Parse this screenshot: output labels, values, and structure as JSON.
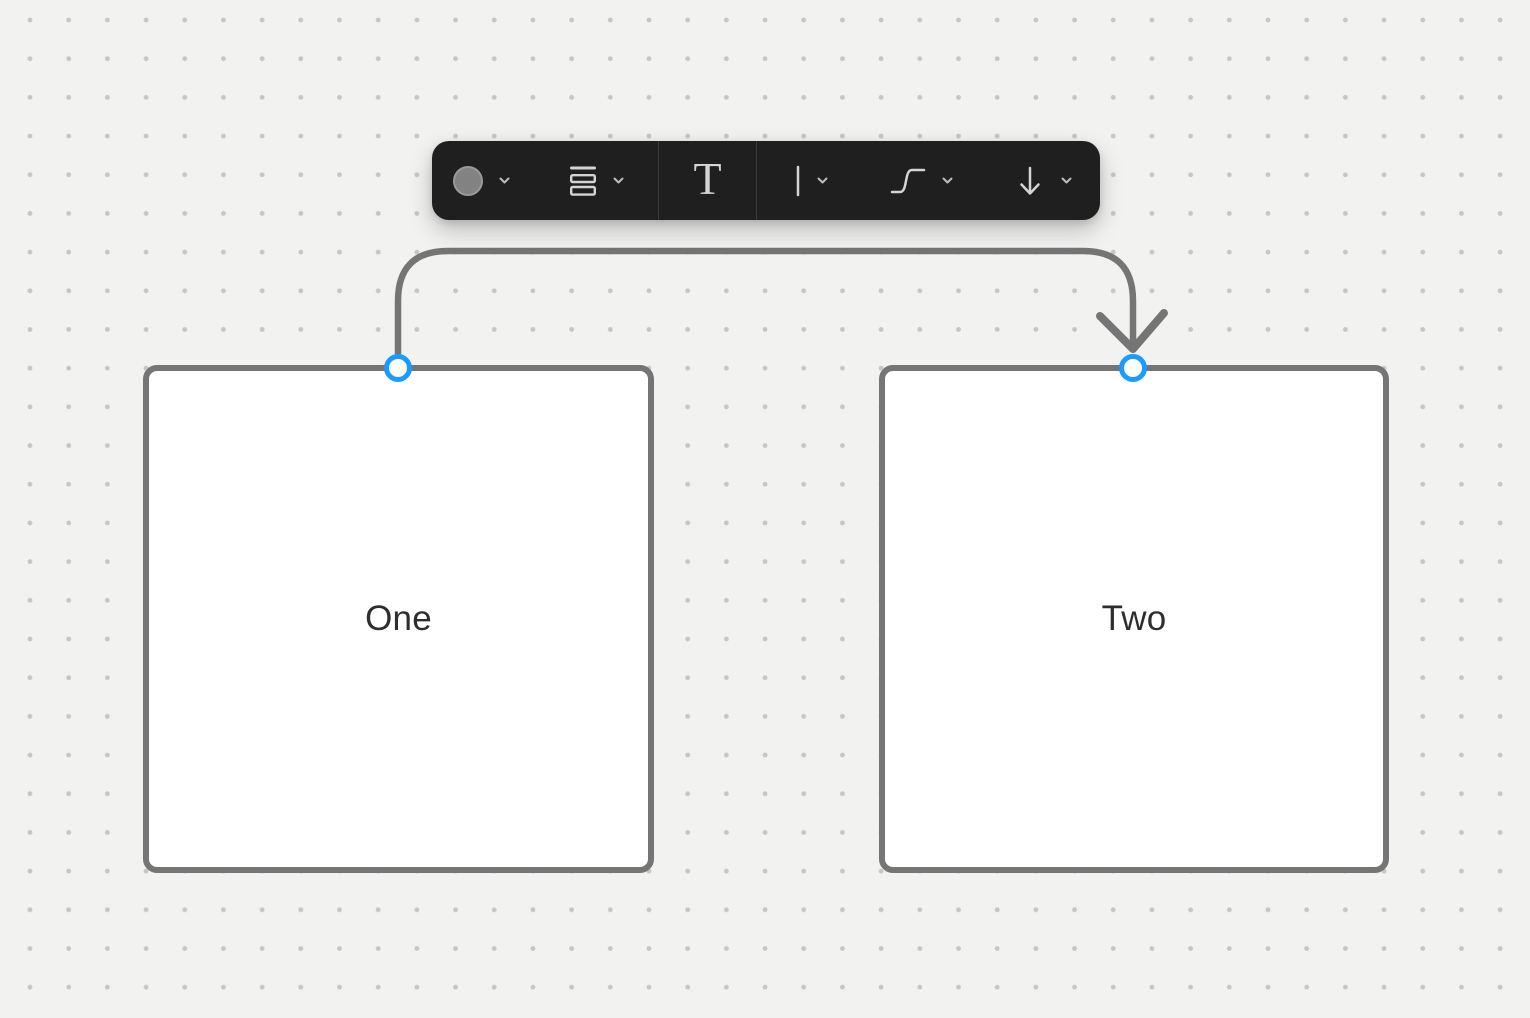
{
  "colors": {
    "background": "#f2f2f1",
    "grid_dot": "#c6c6c6",
    "toolbar_background": "#1f1f1f",
    "toolbar_icon": "#d4d4d4",
    "toolbar_chevron": "#bdbdbd",
    "toolbar_divider": "#3a3a3a",
    "swatch_fill": "#828282",
    "swatch_ring": "#9a9a9a",
    "stroke": "#757575",
    "selection_accent": "#1a9bff",
    "node_fill": "#ffffff",
    "node_text": "#2e2e2e"
  },
  "toolbar": {
    "text_tool_glyph": "T",
    "buttons": [
      {
        "name": "stroke-color",
        "icon": "color-swatch-icon",
        "has_dropdown": true
      },
      {
        "name": "stroke-weight",
        "icon": "stroke-weight-icon",
        "has_dropdown": true
      },
      {
        "name": "add-text",
        "icon": "text-icon",
        "has_dropdown": false
      },
      {
        "name": "dash-style",
        "icon": "solid-line-icon",
        "has_dropdown": true
      },
      {
        "name": "connector-shape",
        "icon": "curved-connector-icon",
        "has_dropdown": true
      },
      {
        "name": "arrowhead-style",
        "icon": "arrow-down-icon",
        "has_dropdown": true
      }
    ]
  },
  "canvas": {
    "nodes": [
      {
        "label": "One"
      },
      {
        "label": "Two"
      }
    ],
    "connector": {
      "from": "One",
      "to": "Two",
      "shape": "rounded-elbow",
      "end": "arrow",
      "selected": true
    }
  }
}
